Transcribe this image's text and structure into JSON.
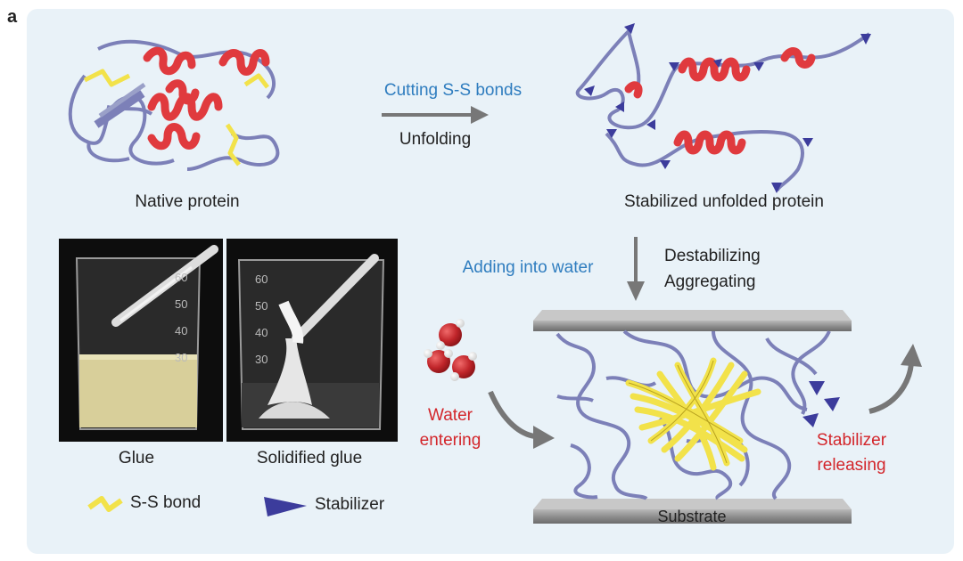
{
  "figure": {
    "panel_letter": "a",
    "labels": {
      "native_protein": "Native protein",
      "cutting_bonds": "Cutting S-S bonds",
      "unfolding": "Unfolding",
      "stabilized_unfolded": "Stabilized unfolded protein",
      "adding_water": "Adding into water",
      "destabilizing": "Destabilizing",
      "aggregating": "Aggregating",
      "water_entering_1": "Water",
      "water_entering_2": "entering",
      "stabilizer_releasing_1": "Stabilizer",
      "stabilizer_releasing_2": "releasing",
      "substrate": "Substrate",
      "glue": "Glue",
      "solidified_glue": "Solidified glue"
    },
    "legend": {
      "ss_bond": "S-S bond",
      "stabilizer": "Stabilizer"
    },
    "beaker_marks": {
      "left": [
        "60",
        "50",
        "40",
        "30"
      ],
      "right": [
        "60",
        "50",
        "40",
        "30"
      ]
    },
    "colors": {
      "background": "#e9f2f8",
      "helix": "#e03a3e",
      "coil": "#7c80b8",
      "ss_bond": "#f2e24a",
      "stabilizer": "#3c3c9c",
      "arrow": "#777777",
      "plate": "#9a9a9a",
      "water_oxygen": "#c0252a",
      "blue_text": "#2f7dbf",
      "red_text": "#d3262b"
    }
  }
}
